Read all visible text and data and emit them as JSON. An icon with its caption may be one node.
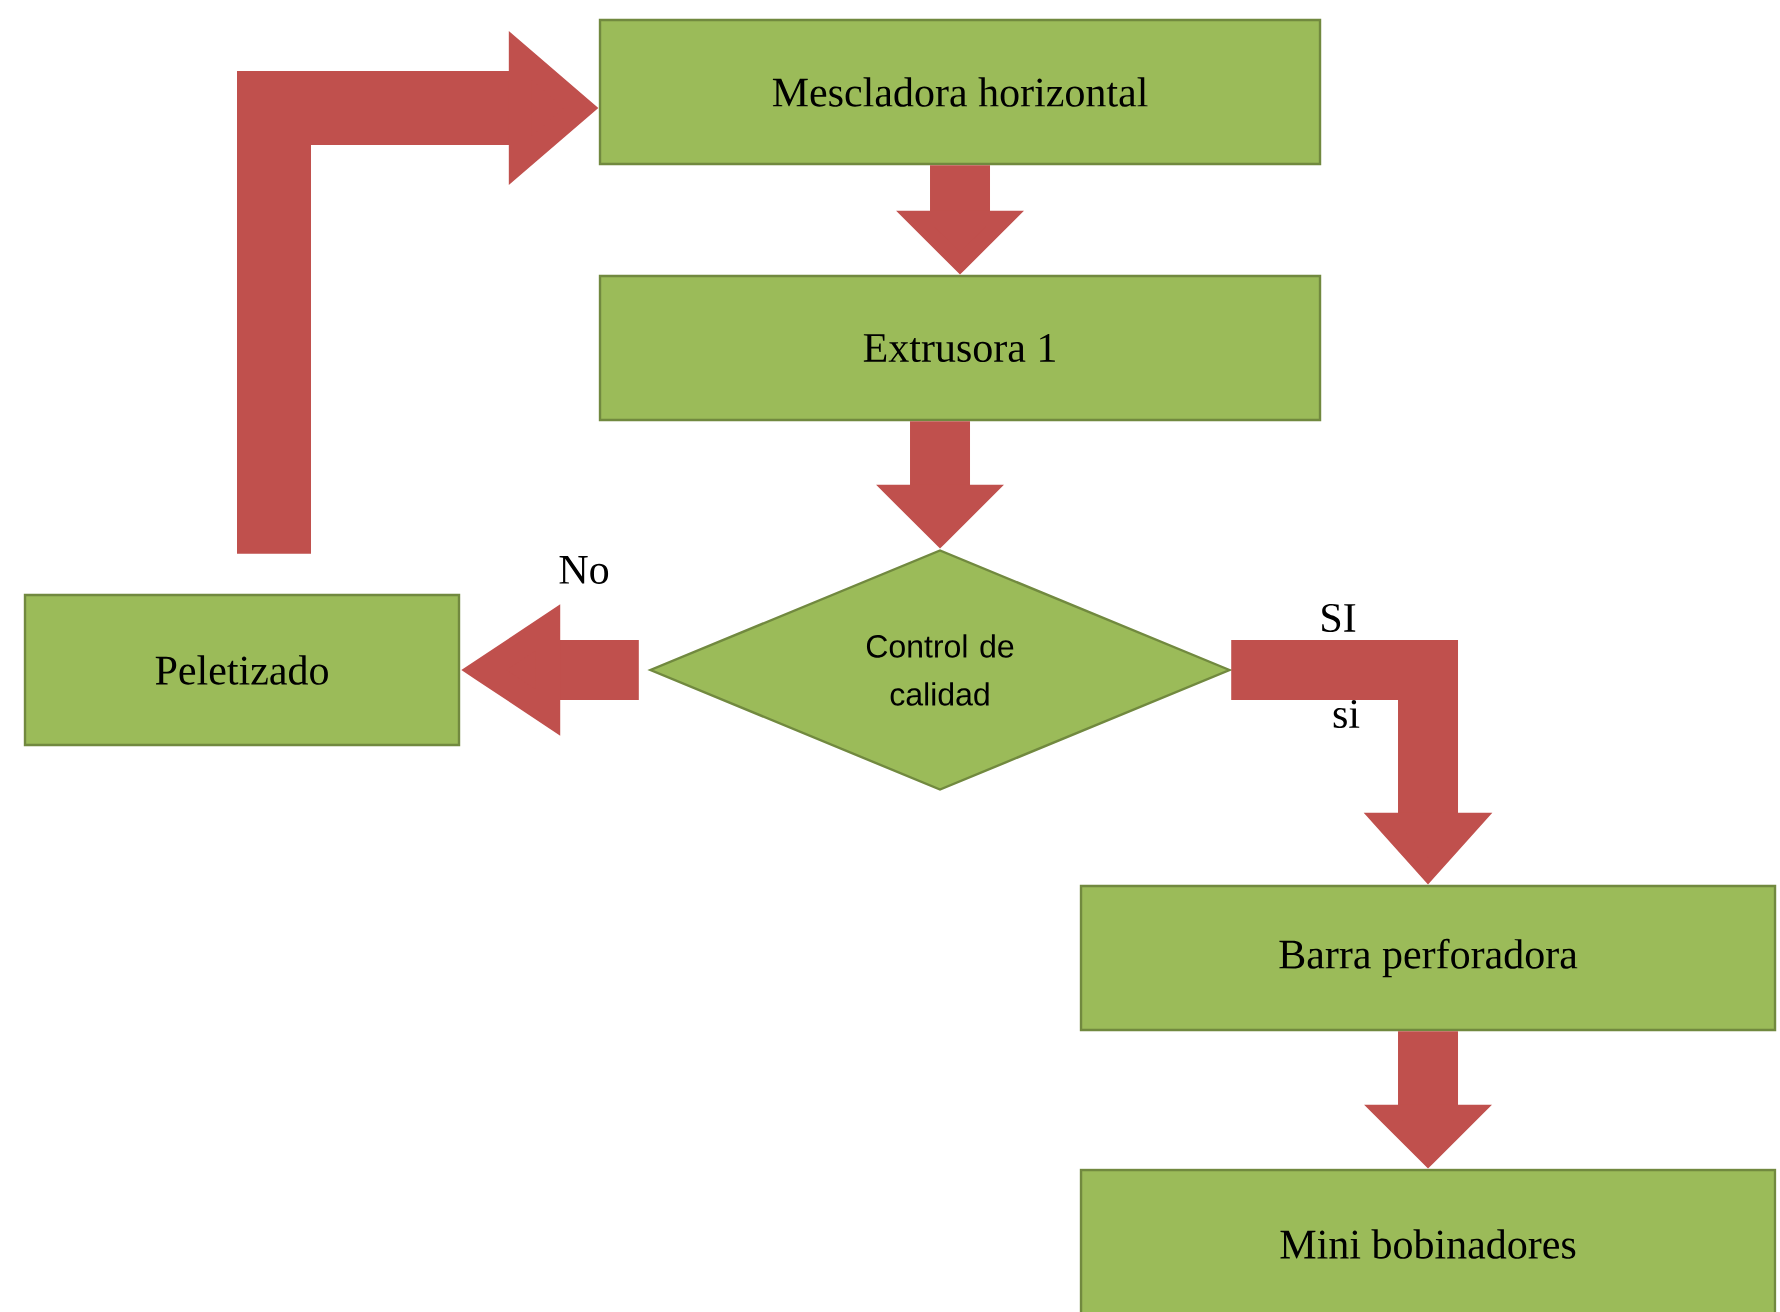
{
  "diagram": {
    "nodes": [
      {
        "text": [
          "Mescladora horizontal"
        ]
      },
      {
        "text": [
          "Extrusora 1"
        ]
      },
      {
        "text": [
          "Control de calidad"
        ]
      },
      {
        "text": [
          "Peletizado"
        ]
      },
      {
        "text": [
          "Barra perforadora"
        ]
      },
      {
        "text": [
          "Mini bobinadores"
        ]
      }
    ],
    "edges": [
      {
        "from": 0,
        "to": 1,
        "arrow": "to"
      },
      {
        "from": 1,
        "to": 2,
        "arrow": "to"
      },
      {
        "from": 2,
        "to": 3,
        "arrow": "to",
        "label": "No"
      },
      {
        "from": 2,
        "to": 4,
        "arrow": "to",
        "label": "SI"
      },
      {
        "from": 4,
        "to": 5,
        "arrow": "to"
      },
      {
        "from": 3,
        "to": 0,
        "arrow": "to"
      }
    ],
    "labels": [
      "si"
    ]
  }
}
